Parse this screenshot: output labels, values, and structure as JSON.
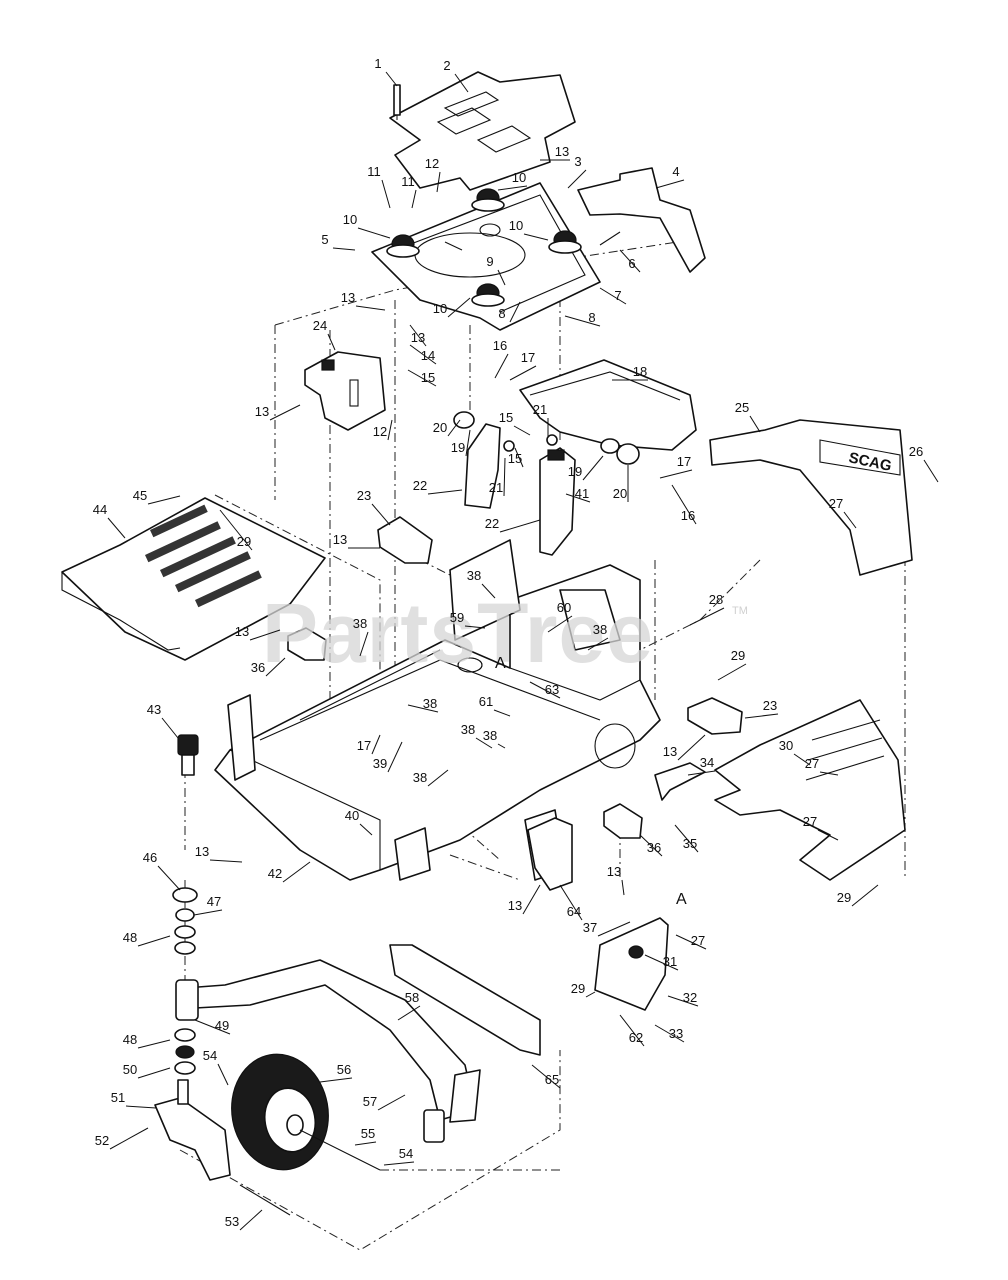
{
  "watermark": {
    "text": "PartsTree",
    "mark": "TM"
  },
  "reference_letter": "A",
  "callouts": [
    {
      "id": "c1",
      "label": "1"
    },
    {
      "id": "c2",
      "label": "2"
    },
    {
      "id": "c3a",
      "label": "3"
    },
    {
      "id": "c4",
      "label": "4"
    },
    {
      "id": "c5a",
      "label": "5"
    },
    {
      "id": "c6a",
      "label": "6"
    },
    {
      "id": "c7",
      "label": "7"
    },
    {
      "id": "c8a",
      "label": "8"
    },
    {
      "id": "c8b",
      "label": "8"
    },
    {
      "id": "c9",
      "label": "9"
    },
    {
      "id": "c10a",
      "label": "10"
    },
    {
      "id": "c10b",
      "label": "10"
    },
    {
      "id": "c10c",
      "label": "10"
    },
    {
      "id": "c10d",
      "label": "10"
    },
    {
      "id": "c11a",
      "label": "11"
    },
    {
      "id": "c11b",
      "label": "11"
    },
    {
      "id": "c12a",
      "label": "12"
    },
    {
      "id": "c12b",
      "label": "12"
    },
    {
      "id": "c13a",
      "label": "13"
    },
    {
      "id": "c13b",
      "label": "13"
    },
    {
      "id": "c13c",
      "label": "13"
    },
    {
      "id": "c13d",
      "label": "13"
    },
    {
      "id": "c13e",
      "label": "13"
    },
    {
      "id": "c13f",
      "label": "13"
    },
    {
      "id": "c13g",
      "label": "13"
    },
    {
      "id": "c13h",
      "label": "13"
    },
    {
      "id": "c13i",
      "label": "13"
    },
    {
      "id": "c13j",
      "label": "13"
    },
    {
      "id": "c14",
      "label": "14"
    },
    {
      "id": "c15a",
      "label": "15"
    },
    {
      "id": "c15b",
      "label": "15"
    },
    {
      "id": "c15c",
      "label": "15"
    },
    {
      "id": "c16a",
      "label": "16"
    },
    {
      "id": "c16b",
      "label": "16"
    },
    {
      "id": "c17a",
      "label": "17"
    },
    {
      "id": "c17b",
      "label": "17"
    },
    {
      "id": "c17c",
      "label": "17"
    },
    {
      "id": "c18",
      "label": "18"
    },
    {
      "id": "c19a",
      "label": "19"
    },
    {
      "id": "c19b",
      "label": "19"
    },
    {
      "id": "c20a",
      "label": "20"
    },
    {
      "id": "c20b",
      "label": "20"
    },
    {
      "id": "c21a",
      "label": "21"
    },
    {
      "id": "c21b",
      "label": "21"
    },
    {
      "id": "c22a",
      "label": "22"
    },
    {
      "id": "c22b",
      "label": "22"
    },
    {
      "id": "c23a",
      "label": "23"
    },
    {
      "id": "c23b",
      "label": "23"
    },
    {
      "id": "c24",
      "label": "24"
    },
    {
      "id": "c25",
      "label": "25"
    },
    {
      "id": "c26",
      "label": "26"
    },
    {
      "id": "c27a",
      "label": "27"
    },
    {
      "id": "c27b",
      "label": "27"
    },
    {
      "id": "c27c",
      "label": "27"
    },
    {
      "id": "c27d",
      "label": "27"
    },
    {
      "id": "c28",
      "label": "28"
    },
    {
      "id": "c29a",
      "label": "29"
    },
    {
      "id": "c29b",
      "label": "29"
    },
    {
      "id": "c29c",
      "label": "29"
    },
    {
      "id": "c29d",
      "label": "29"
    },
    {
      "id": "c30",
      "label": "30"
    },
    {
      "id": "c31",
      "label": "31"
    },
    {
      "id": "c32",
      "label": "32"
    },
    {
      "id": "c33",
      "label": "33"
    },
    {
      "id": "c34",
      "label": "34"
    },
    {
      "id": "c35",
      "label": "35"
    },
    {
      "id": "c36a",
      "label": "36"
    },
    {
      "id": "c36b",
      "label": "36"
    },
    {
      "id": "c37",
      "label": "37"
    },
    {
      "id": "c38a",
      "label": "38"
    },
    {
      "id": "c38b",
      "label": "38"
    },
    {
      "id": "c38c",
      "label": "38"
    },
    {
      "id": "c38d",
      "label": "38"
    },
    {
      "id": "c38e",
      "label": "38"
    },
    {
      "id": "c38f",
      "label": "38"
    },
    {
      "id": "c38g",
      "label": "38"
    },
    {
      "id": "c39",
      "label": "39"
    },
    {
      "id": "c40",
      "label": "40"
    },
    {
      "id": "c41",
      "label": "41"
    },
    {
      "id": "c42",
      "label": "42"
    },
    {
      "id": "c43",
      "label": "43"
    },
    {
      "id": "c44",
      "label": "44"
    },
    {
      "id": "c45",
      "label": "45"
    },
    {
      "id": "c46",
      "label": "46"
    },
    {
      "id": "c47",
      "label": "47"
    },
    {
      "id": "c48a",
      "label": "48"
    },
    {
      "id": "c48b",
      "label": "48"
    },
    {
      "id": "c49",
      "label": "49"
    },
    {
      "id": "c50",
      "label": "50"
    },
    {
      "id": "c51",
      "label": "51"
    },
    {
      "id": "c52",
      "label": "52"
    },
    {
      "id": "c53",
      "label": "53"
    },
    {
      "id": "c54a",
      "label": "54"
    },
    {
      "id": "c54b",
      "label": "54"
    },
    {
      "id": "c55",
      "label": "55"
    },
    {
      "id": "c56",
      "label": "56"
    },
    {
      "id": "c57",
      "label": "57"
    },
    {
      "id": "c58",
      "label": "58"
    },
    {
      "id": "c59",
      "label": "59"
    },
    {
      "id": "c60",
      "label": "60"
    },
    {
      "id": "c61",
      "label": "61"
    },
    {
      "id": "c62",
      "label": "62"
    },
    {
      "id": "c63",
      "label": "63"
    },
    {
      "id": "c64",
      "label": "64"
    },
    {
      "id": "c65",
      "label": "65"
    }
  ]
}
